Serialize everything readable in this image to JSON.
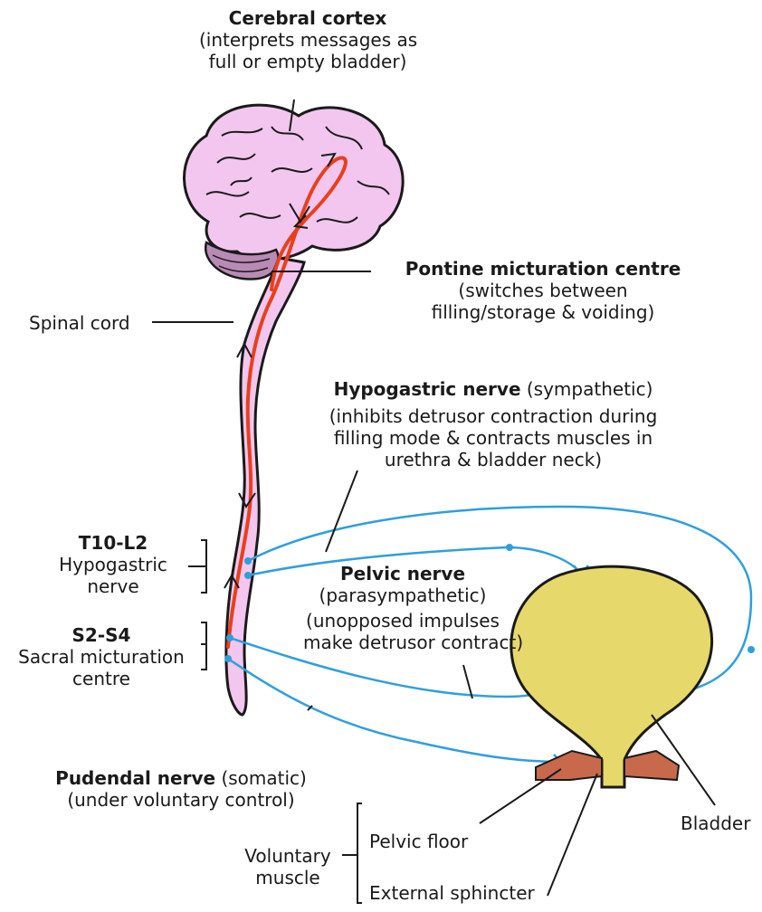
{
  "cortex": {
    "title": "Cerebral cortex",
    "desc_l1": "(interprets messages as",
    "desc_l2": "full or empty bladder)"
  },
  "pontine": {
    "title": "Pontine micturation centre",
    "desc_l1": "(switches between",
    "desc_l2": "filling/storage & voiding)"
  },
  "spinal_cord": {
    "label": "Spinal cord"
  },
  "hypogastric": {
    "title": "Hypogastric nerve",
    "type": "(sympathetic)",
    "desc_l1": "(inhibits detrusor contraction during",
    "desc_l2": "filling mode & contracts muscles in",
    "desc_l3": "urethra & bladder neck)"
  },
  "t10": {
    "title": "T10-L2",
    "l1": "Hypogastric",
    "l2": "nerve"
  },
  "pelvic": {
    "title": "Pelvic nerve",
    "type": "(parasympathetic)",
    "desc_l1": "(unopposed impulses",
    "desc_l2": "make detrusor contract)"
  },
  "s2": {
    "title": "S2-S4",
    "l1": "Sacral micturation",
    "l2": "centre"
  },
  "pudendal": {
    "title": "Pudendal nerve",
    "type": "(somatic)",
    "desc": "(under voluntary control)"
  },
  "bladder": {
    "label": "Bladder"
  },
  "voluntary": {
    "l1": "Voluntary",
    "l2": "muscle"
  },
  "pelvic_floor": {
    "label": "Pelvic floor"
  },
  "external_sphincter": {
    "label": "External sphincter"
  },
  "colors": {
    "brain": "#f3c6ef",
    "brain_outline": "#1a1a1a",
    "cerebellum": "#b98ab5",
    "spinal": "#f3c6ef",
    "red_pathway": "#e8401c",
    "nerve_blue": "#2f9fdb",
    "bladder_fill": "#e6d86a",
    "muscle": "#c8694c"
  }
}
